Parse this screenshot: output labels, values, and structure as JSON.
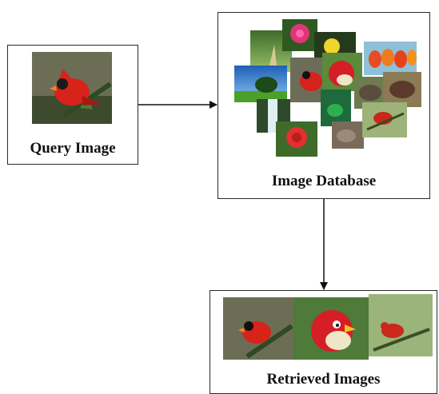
{
  "query_box": {
    "label": "Query Image"
  },
  "database_box": {
    "label": "Image Database"
  },
  "results_box": {
    "label": "Retrieved Images"
  },
  "thumbnails": {
    "query": "cardinal-bird",
    "database": [
      "forest-path",
      "pink-flower",
      "yellow-flower",
      "parrots",
      "sky-tree",
      "cardinal",
      "angry-bird",
      "waterfall",
      "elephant",
      "elephant",
      "rose",
      "frog",
      "rock",
      "red-bird"
    ],
    "retrieved": [
      "cardinal-bird",
      "angry-bird-red",
      "red-bird-branch"
    ]
  }
}
